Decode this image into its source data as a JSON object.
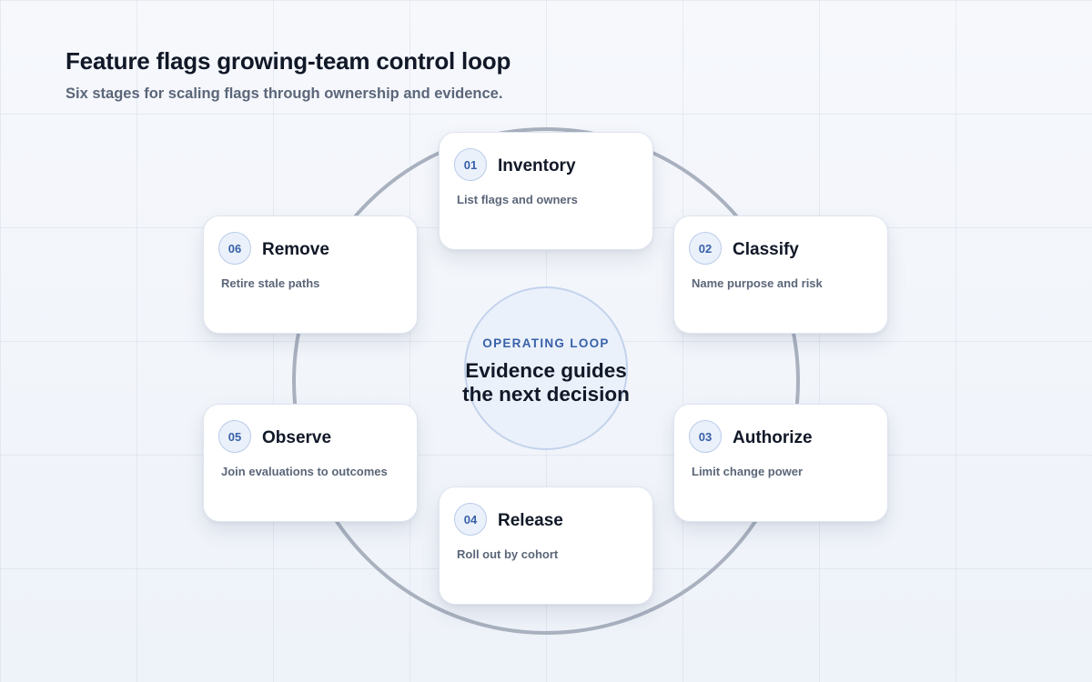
{
  "header": {
    "title": "Feature flags growing-team control loop",
    "subtitle": "Six stages for scaling flags through ownership and evidence."
  },
  "hub": {
    "label": "OPERATING LOOP",
    "line1": "Evidence guides",
    "line2": "the next decision"
  },
  "stages": [
    {
      "number": "01",
      "title": "Inventory",
      "description": "List flags and owners"
    },
    {
      "number": "02",
      "title": "Classify",
      "description": "Name purpose and risk"
    },
    {
      "number": "03",
      "title": "Authorize",
      "description": "Limit change power"
    },
    {
      "number": "04",
      "title": "Release",
      "description": "Roll out by cohort"
    },
    {
      "number": "05",
      "title": "Observe",
      "description": "Join evaluations to outcomes"
    },
    {
      "number": "06",
      "title": "Remove",
      "description": "Retire stale paths"
    }
  ],
  "colors": {
    "accent": "#3861a8",
    "ring": "#a9b1bf",
    "hub_fill": "#ebf1fb",
    "text_dark": "#111827",
    "text_muted": "#5b6679"
  }
}
